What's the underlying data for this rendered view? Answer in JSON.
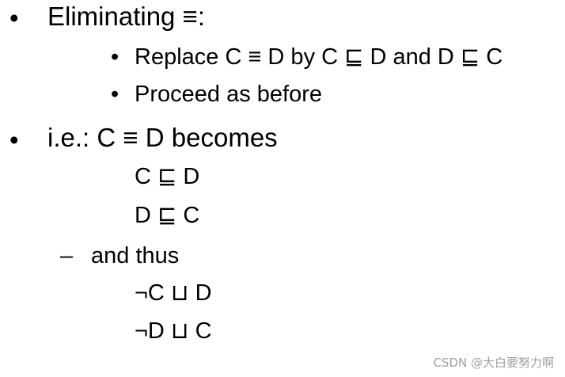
{
  "slide": {
    "bullet_1": {
      "marker": "•",
      "text": "Eliminating ≡:"
    },
    "sub_bullets": [
      {
        "marker": "•",
        "text": "Replace C ≡ D by C ⊑ D and D ⊑ C"
      },
      {
        "marker": "•",
        "text": "Proceed as before"
      }
    ],
    "bullet_2": {
      "marker": "•",
      "text": "i.e.: C ≡ D becomes"
    },
    "becomes_lines": [
      "C ⊑ D",
      "D ⊑ C"
    ],
    "dash_item": {
      "marker": "–",
      "text": "and thus"
    },
    "thus_lines": [
      "¬C ⊔ D",
      "¬D ⊔ C"
    ]
  },
  "watermark": "CSDN @大白要努力啊"
}
